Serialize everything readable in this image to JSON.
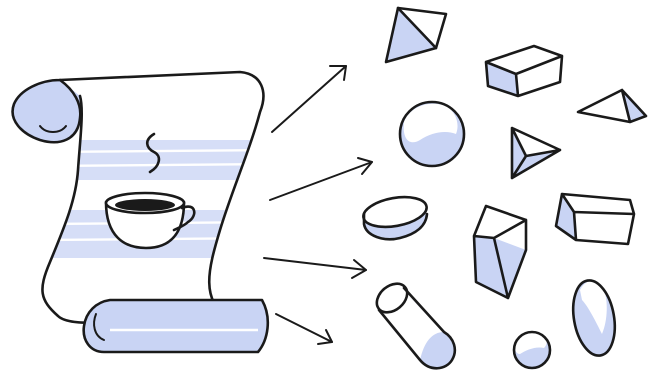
{
  "illustration": {
    "left": "scroll-with-coffee-cup",
    "arrows": 4,
    "right": "scattered-3d-shapes",
    "colors": {
      "ink": "#1a1a1a",
      "shading": "#c9d4f4",
      "paper": "#ffffff"
    }
  }
}
